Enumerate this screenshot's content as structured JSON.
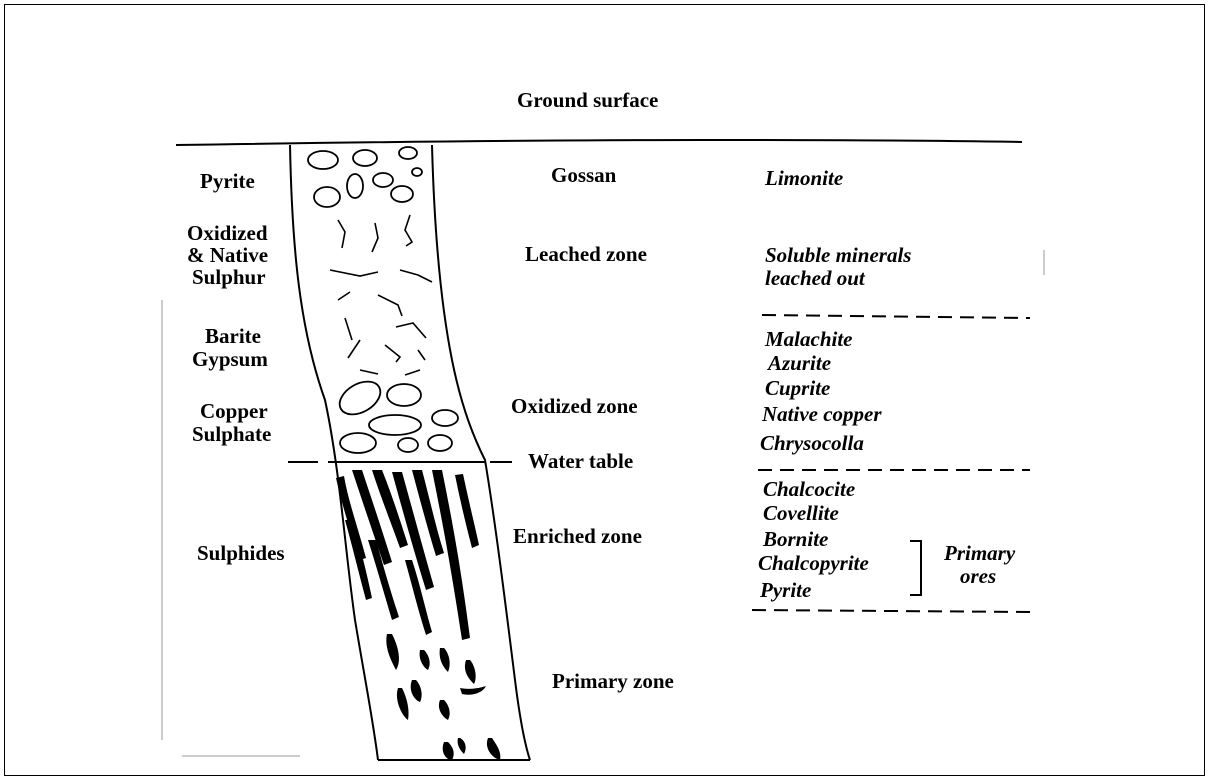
{
  "diagram": {
    "ground_surface": "Ground surface",
    "left_labels": {
      "pyrite": "Pyrite",
      "oxidized_native_sulphur": [
        "Oxidized",
        "& Native",
        "Sulphur"
      ],
      "barite_gypsum": [
        "Barite",
        "Gypsum"
      ],
      "copper_sulphate": [
        "Copper",
        "Sulphate"
      ],
      "sulphides": "Sulphides"
    },
    "zones": {
      "gossan": "Gossan",
      "leached": "Leached zone",
      "oxidized": "Oxidized zone",
      "water_table": "Water table",
      "enriched": "Enriched zone",
      "primary": "Primary zone"
    },
    "minerals": {
      "gossan": [
        "Limonite"
      ],
      "leached": [
        "Soluble minerals",
        "leached out"
      ],
      "oxidized": [
        "Malachite",
        "Azurite",
        "Cuprite",
        "Native copper",
        "Chrysocolla"
      ],
      "enriched": [
        "Chalcocite",
        "Covellite",
        "Bornite",
        "Chalcopyrite",
        "Pyrite"
      ],
      "primary_ores": [
        "Primary",
        "ores"
      ]
    }
  }
}
